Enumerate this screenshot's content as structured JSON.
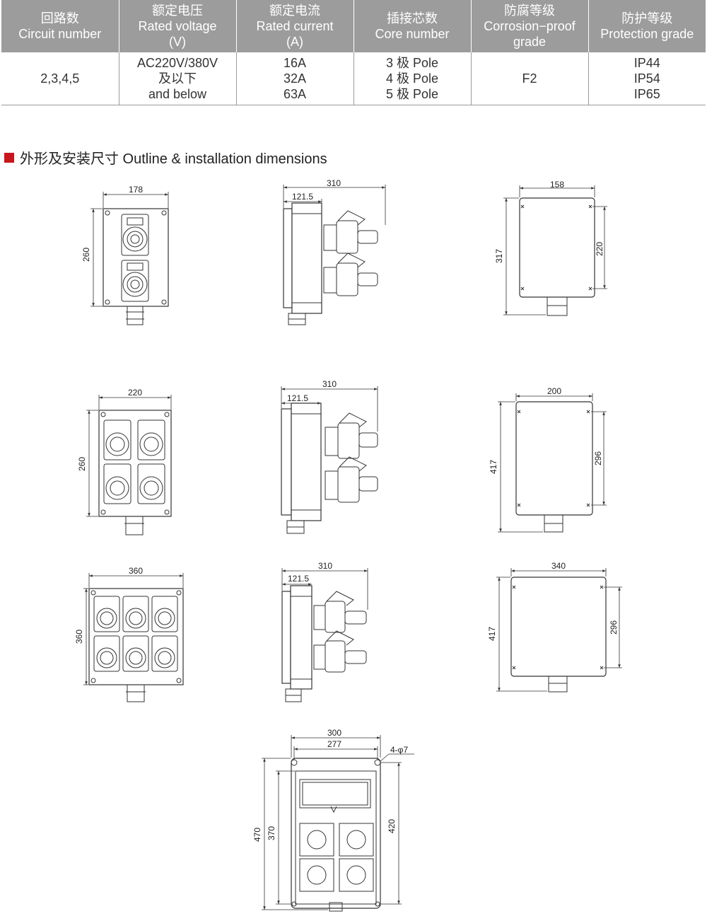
{
  "table": {
    "headers": [
      {
        "cn": "回路数",
        "en": "Circuit number"
      },
      {
        "cn": "额定电压",
        "en": "Rated voltage",
        "unit": "(V)"
      },
      {
        "cn": "额定电流",
        "en": "Rated current",
        "unit": "(A)"
      },
      {
        "cn": "插接芯数",
        "en": "Core number"
      },
      {
        "cn": "防腐等级",
        "en": "Corrosion−proof",
        "en2": "grade"
      },
      {
        "cn": "防护等级",
        "en": "Protection grade"
      }
    ],
    "row": {
      "circuit": "2,3,4,5",
      "voltage": [
        "AC220V/380V",
        "及以下",
        "and below"
      ],
      "current": [
        "16A",
        "32A",
        "63A"
      ],
      "core": [
        "3 极 Pole",
        "4 极 Pole",
        "5 极 Pole"
      ],
      "corrosion": "F2",
      "protection": [
        "IP44",
        "IP54",
        "IP65"
      ]
    }
  },
  "section_title": "外形及安装尺寸 Outline & installation dimensions",
  "accent_color": "#c8161d",
  "header_bg": "#9c9c9c",
  "dims": {
    "r1_front_w": "178",
    "r1_front_h": "260",
    "r1_side_total": "310",
    "r1_side_depth": "121.5",
    "r1_back_w": "158",
    "r1_back_h": "317",
    "r1_back_mount": "220",
    "r2_front_w": "220",
    "r2_front_h": "260",
    "r2_side_total": "310",
    "r2_side_depth": "121.5",
    "r2_back_w": "200",
    "r2_back_h": "417",
    "r2_back_mount": "296",
    "r3_front_w": "360",
    "r3_front_h": "360",
    "r3_side_total": "310",
    "r3_side_depth": "121.5",
    "r3_back_w": "340",
    "r3_back_h": "417",
    "r3_back_mount": "296",
    "r4_w": "300",
    "r4_mount_w": "277",
    "r4_holes": "4-φ7",
    "r4_h": "470",
    "r4_inner_h": "370",
    "r4_mount_h": "420"
  }
}
